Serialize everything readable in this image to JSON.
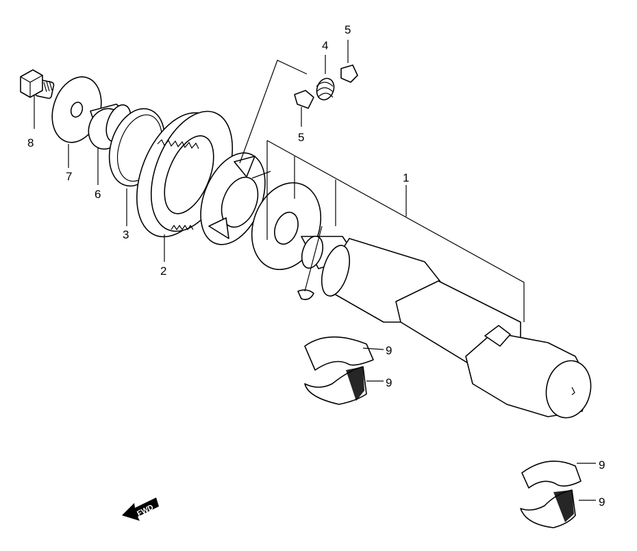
{
  "callouts": {
    "shaft": "1",
    "gear": "2",
    "washer_outer": "3",
    "spring": "4",
    "cap_top": "5",
    "cap_bottom": "5",
    "spacer": "6",
    "washer": "7",
    "bolt": "8",
    "bearing_a_top": "9",
    "bearing_a_bottom": "9",
    "bearing_b_top": "9",
    "bearing_b_bottom": "9"
  },
  "direction_marker": {
    "text": "FWD"
  },
  "colors": {
    "line": "#000000",
    "background": "#ffffff"
  }
}
